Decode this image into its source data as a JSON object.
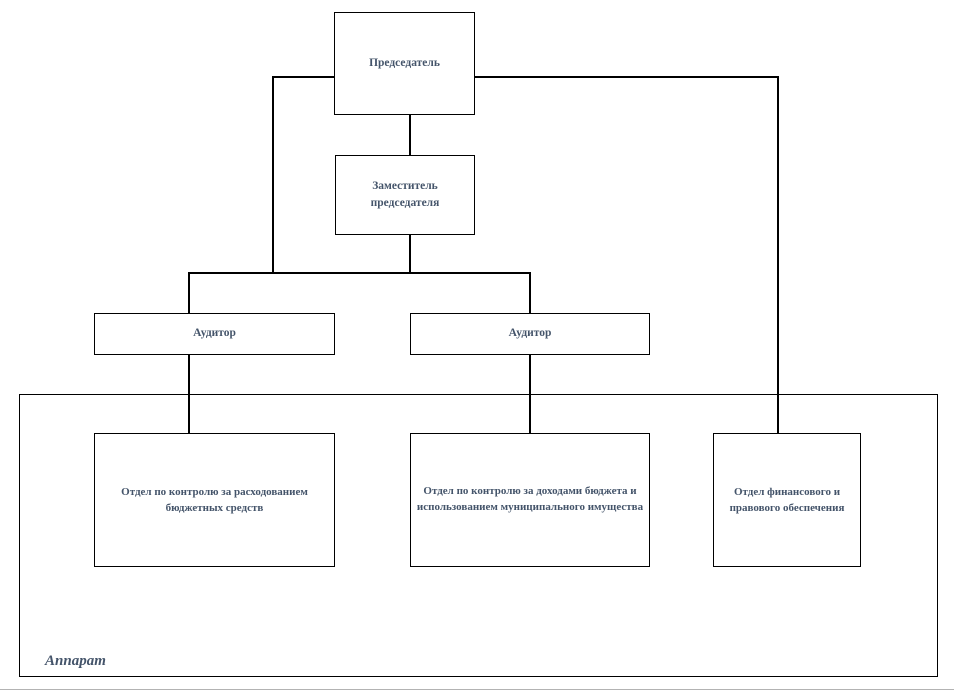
{
  "page": {
    "background_color": "#ffffff",
    "line_color": "#000000",
    "text_color": "#44546a",
    "page_edge_color": "#b3b3b3"
  },
  "org_chart": {
    "nodes": {
      "chairman": {
        "label": "Председатель"
      },
      "deputy_chairman": {
        "label": "Заместитель председателя"
      },
      "auditor_left": {
        "label": "Аудитор"
      },
      "auditor_right": {
        "label": "Аудитор"
      },
      "dept_budget_expenditure": {
        "label": "Отдел по контролю за расходованием бюджетных средств"
      },
      "dept_budget_revenue": {
        "label": "Отдел по контролю за доходами бюджета и использованием муниципального имущества"
      },
      "dept_finance_legal": {
        "label": "Отдел финансового и правового обеспечения"
      }
    },
    "apparatus": {
      "label": "Аппарат"
    },
    "edges": [
      {
        "from": "chairman",
        "to": "deputy_chairman"
      },
      {
        "from": "chairman",
        "to": "auditors_bus"
      },
      {
        "from": "deputy_chairman",
        "to": "auditors_bus"
      },
      {
        "from": "auditors_bus",
        "to": "auditor_left"
      },
      {
        "from": "auditors_bus",
        "to": "auditor_right"
      },
      {
        "from": "auditor_left",
        "to": "dept_budget_expenditure"
      },
      {
        "from": "auditor_right",
        "to": "dept_budget_revenue"
      },
      {
        "from": "chairman",
        "to": "dept_finance_legal"
      }
    ]
  }
}
